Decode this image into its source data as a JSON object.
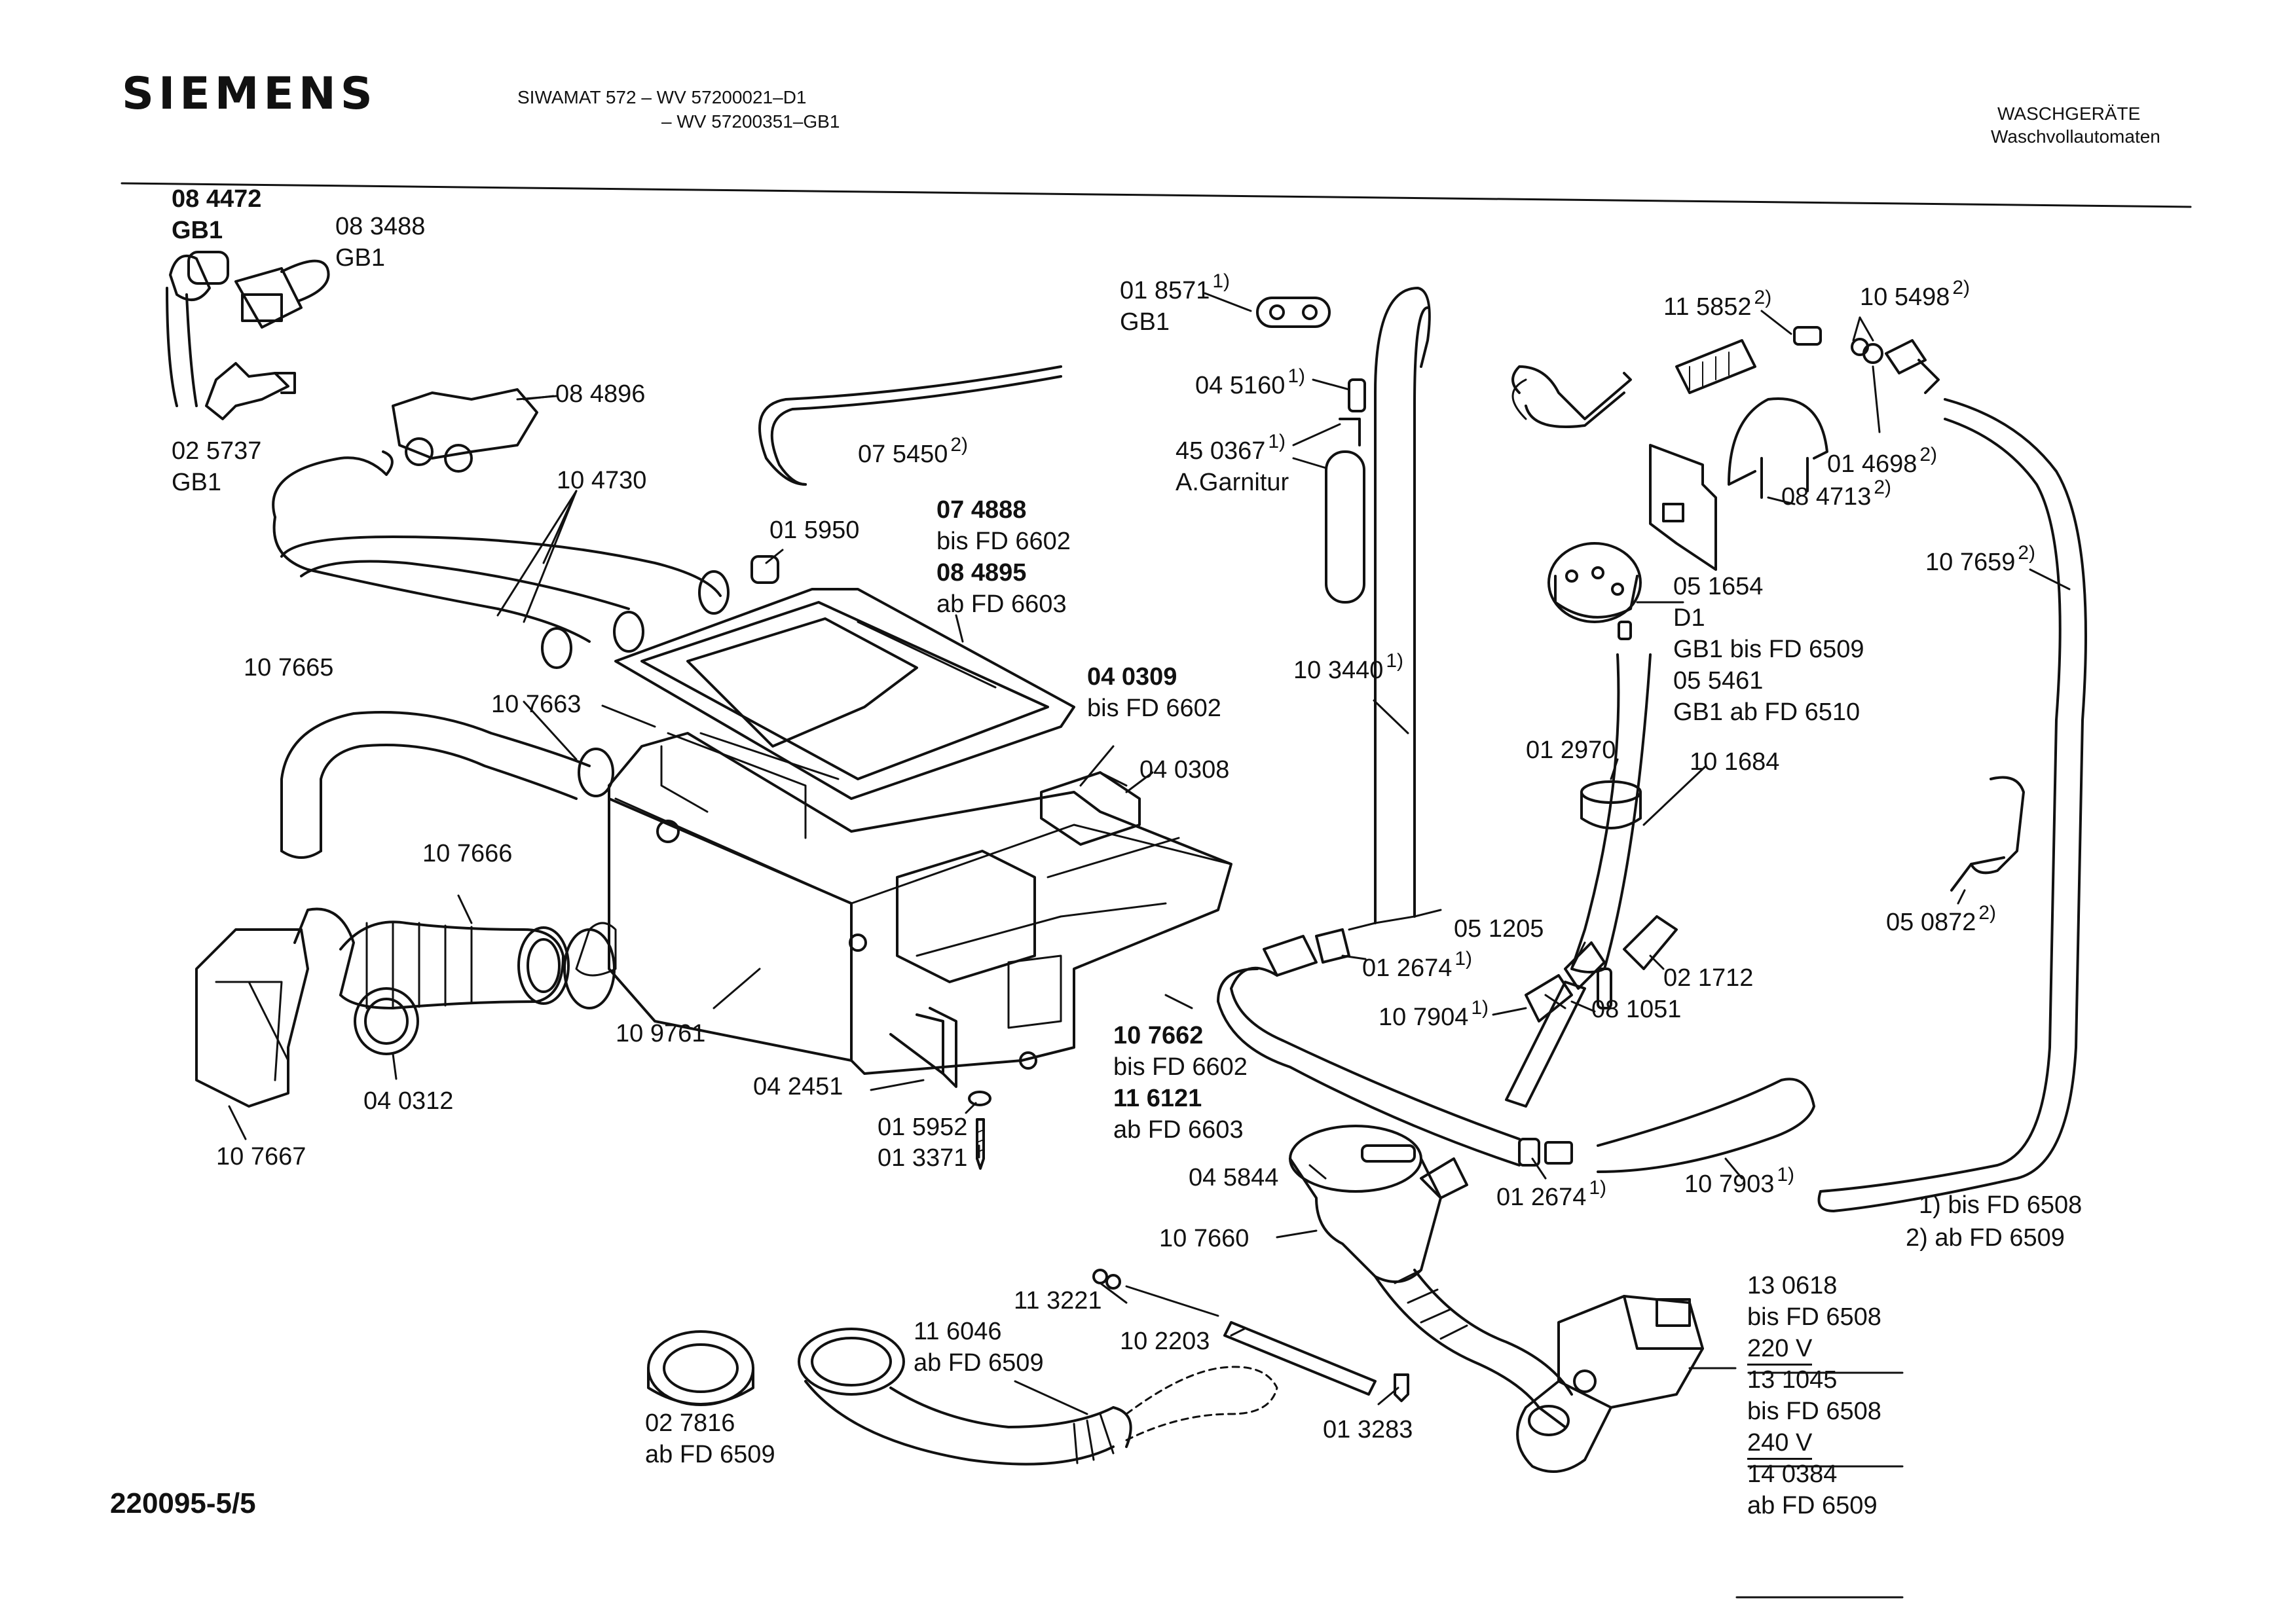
{
  "header": {
    "brand": "SIEMENS",
    "model_line1": "SIWAMAT 572  –  WV 57200021–D1",
    "model_line2": "–  WV 57200351–GB1",
    "category": "WASCHGERÄTE",
    "subcategory": "Waschvollautomaten"
  },
  "footer": {
    "drawing_number": "220095-5/5",
    "note_1": "1) bis FD 6508",
    "note_2": "2) ab FD 6509"
  },
  "parts": [
    {
      "id": "p084472",
      "lines": [
        "08 4472",
        "GB1"
      ]
    },
    {
      "id": "p083488",
      "lines": [
        "08 3488",
        "GB1"
      ]
    },
    {
      "id": "p084896",
      "lines": [
        "08 4896"
      ]
    },
    {
      "id": "p025737",
      "lines": [
        "02 5737",
        "GB1"
      ]
    },
    {
      "id": "p104730",
      "lines": [
        "10 4730"
      ]
    },
    {
      "id": "p075450",
      "lines": [
        "07 5450"
      ],
      "sup": "2)"
    },
    {
      "id": "p015950",
      "lines": [
        "01 5950"
      ]
    },
    {
      "id": "p074888",
      "lines": [
        "07 4888",
        "bis FD 6602",
        "08 4895",
        "ab FD 6603"
      ]
    },
    {
      "id": "p107665",
      "lines": [
        "10 7665"
      ]
    },
    {
      "id": "p107663",
      "lines": [
        "10 7663"
      ]
    },
    {
      "id": "p040309",
      "lines": [
        "04 0309",
        "bis FD 6602"
      ]
    },
    {
      "id": "p040308",
      "lines": [
        "04 0308"
      ]
    },
    {
      "id": "p107666",
      "lines": [
        "10 7666"
      ]
    },
    {
      "id": "p109761",
      "lines": [
        "10 9761"
      ]
    },
    {
      "id": "p040312",
      "lines": [
        "04 0312"
      ]
    },
    {
      "id": "p107667",
      "lines": [
        "10 7667"
      ]
    },
    {
      "id": "p042451",
      "lines": [
        "04 2451"
      ]
    },
    {
      "id": "p015952",
      "lines": [
        "01 5952"
      ]
    },
    {
      "id": "p013371",
      "lines": [
        "01 3371"
      ]
    },
    {
      "id": "p107662",
      "lines": [
        "10 7662",
        "bis FD 6602",
        "11 6121",
        "ab FD 6603"
      ]
    },
    {
      "id": "p018571",
      "lines": [
        "01 8571",
        "GB1"
      ],
      "sup": "1)"
    },
    {
      "id": "p045160",
      "lines": [
        "04 5160"
      ],
      "sup": "1)"
    },
    {
      "id": "p450367",
      "lines": [
        "45 0367",
        "A.Garnitur"
      ],
      "sup": "1)"
    },
    {
      "id": "p103440",
      "lines": [
        "10 3440"
      ],
      "sup": "1)"
    },
    {
      "id": "p012970",
      "lines": [
        "01 2970"
      ]
    },
    {
      "id": "p101684",
      "lines": [
        "10 1684"
      ]
    },
    {
      "id": "p051205",
      "lines": [
        "05 1205"
      ]
    },
    {
      "id": "p012674a",
      "lines": [
        "01 2674"
      ],
      "sup": "1)"
    },
    {
      "id": "p021712",
      "lines": [
        "02 1712"
      ]
    },
    {
      "id": "p107904",
      "lines": [
        "10 7904"
      ],
      "sup": "1)"
    },
    {
      "id": "p081051",
      "lines": [
        "08 1051"
      ]
    },
    {
      "id": "p045844",
      "lines": [
        "04 5844"
      ]
    },
    {
      "id": "p012674b",
      "lines": [
        "01 2674"
      ],
      "sup": "1)"
    },
    {
      "id": "p107903",
      "lines": [
        "10 7903"
      ],
      "sup": "1)"
    },
    {
      "id": "p107660",
      "lines": [
        "10 7660"
      ]
    },
    {
      "id": "p113221",
      "lines": [
        "11 3221"
      ]
    },
    {
      "id": "p102203",
      "lines": [
        "10 2203"
      ]
    },
    {
      "id": "p116046",
      "lines": [
        "11 6046",
        "ab FD 6509"
      ]
    },
    {
      "id": "p027816",
      "lines": [
        "02 7816",
        "ab FD 6509"
      ]
    },
    {
      "id": "p013283",
      "lines": [
        "01 3283"
      ]
    },
    {
      "id": "p130618",
      "lines": [
        "13 0618",
        "bis FD 6508",
        "220 V",
        "13 1045",
        "bis FD 6508",
        "240 V",
        "14 0384",
        "ab FD 6509"
      ]
    },
    {
      "id": "p115852",
      "lines": [
        "11 5852"
      ],
      "sup": "2)"
    },
    {
      "id": "p105498",
      "lines": [
        "10 5498"
      ],
      "sup": "2)"
    },
    {
      "id": "p014698",
      "lines": [
        "01 4698"
      ],
      "sup": "2)"
    },
    {
      "id": "p084713",
      "lines": [
        "08 4713"
      ],
      "sup": "2)"
    },
    {
      "id": "p051654",
      "lines": [
        "05 1654",
        "D1",
        "GB1 bis FD 6509",
        "05 5461",
        "GB1 ab FD 6510"
      ]
    },
    {
      "id": "p107659",
      "lines": [
        "10 7659"
      ],
      "sup": "2)"
    },
    {
      "id": "p050872",
      "lines": [
        "05 0872"
      ],
      "sup": "2)"
    }
  ]
}
